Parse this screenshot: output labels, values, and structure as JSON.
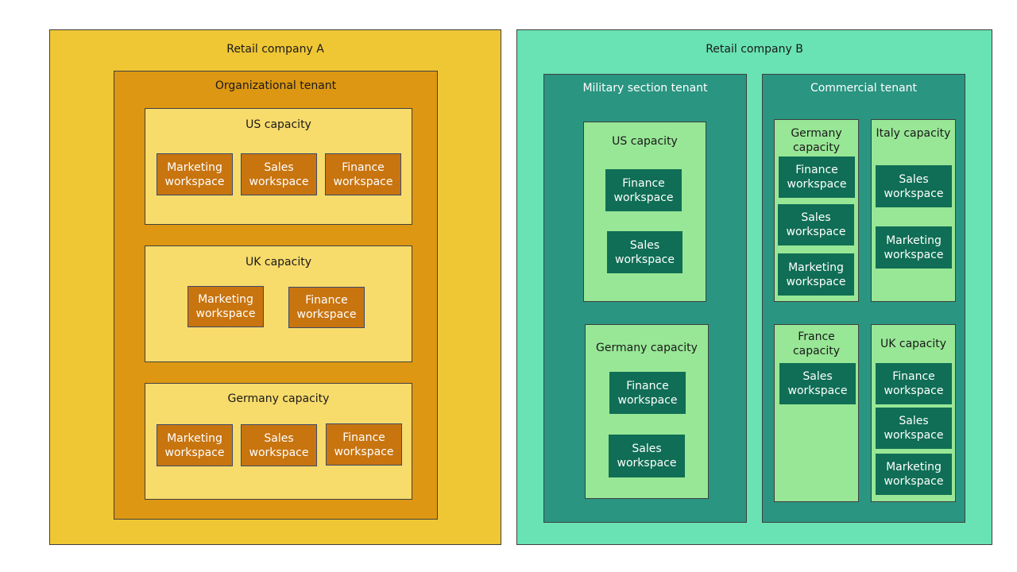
{
  "colors": {
    "company_a": "#efc634",
    "tenant_a": "#dd9712",
    "capacity_a": "#f7db6b",
    "workspace_a": "#c8740f",
    "company_b": "#69e2b4",
    "tenant_b": "#2a9580",
    "capacity_b": "#98e796",
    "workspace_b": "#0f6e55"
  },
  "company_a": {
    "title": "Retail company A",
    "tenant": {
      "title": "Organizational tenant",
      "capacities": [
        {
          "title": "US capacity",
          "workspaces": [
            [
              "Marketing",
              "workspace"
            ],
            [
              "Sales",
              "workspace"
            ],
            [
              "Finance",
              "workspace"
            ]
          ]
        },
        {
          "title": "UK capacity",
          "workspaces": [
            [
              "Marketing",
              "workspace"
            ],
            [
              "Finance",
              "workspace"
            ]
          ]
        },
        {
          "title": "Germany capacity",
          "workspaces": [
            [
              "Marketing",
              "workspace"
            ],
            [
              "Sales",
              "workspace"
            ],
            [
              "Finance",
              "workspace"
            ]
          ]
        }
      ]
    }
  },
  "company_b": {
    "title": "Retail company B",
    "military": {
      "title": "Military section tenant",
      "capacities": [
        {
          "title": "US capacity",
          "workspaces": [
            [
              "Finance",
              "workspace"
            ],
            [
              "Sales",
              "workspace"
            ]
          ]
        },
        {
          "title": "Germany capacity",
          "workspaces": [
            [
              "Finance",
              "workspace"
            ],
            [
              "Sales",
              "workspace"
            ]
          ]
        }
      ]
    },
    "commercial": {
      "title": "Commercial tenant",
      "capacities": [
        {
          "title": [
            "Germany",
            "capacity"
          ],
          "workspaces": [
            [
              "Finance",
              "workspace"
            ],
            [
              "Sales",
              "workspace"
            ],
            [
              "Marketing",
              "workspace"
            ]
          ]
        },
        {
          "title": [
            "Italy capacity"
          ],
          "workspaces": [
            [
              "Sales",
              "workspace"
            ],
            [
              "Marketing",
              "workspace"
            ]
          ]
        },
        {
          "title": [
            "France",
            "capacity"
          ],
          "workspaces": [
            [
              "Sales",
              "workspace"
            ]
          ]
        },
        {
          "title": [
            "UK capacity"
          ],
          "workspaces": [
            [
              "Finance",
              "workspace"
            ],
            [
              "Sales",
              "workspace"
            ],
            [
              "Marketing",
              "workspace"
            ]
          ]
        }
      ]
    }
  }
}
